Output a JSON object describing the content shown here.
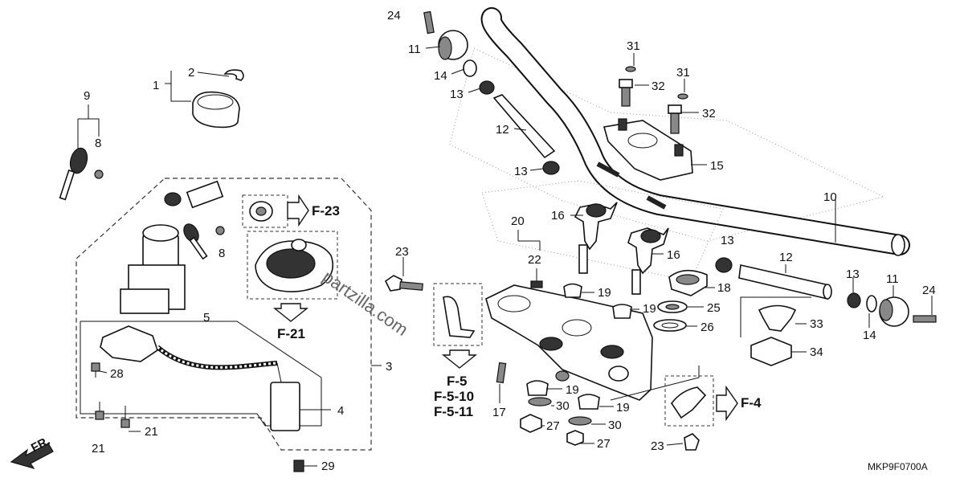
{
  "diagram_code": "MKP9F0700A",
  "watermark": "partzilla.com",
  "direction_label": "FR.",
  "callouts": {
    "c1": "1",
    "c2": "2",
    "c3": "3",
    "c4": "4",
    "c5": "5",
    "c8a": "8",
    "c8b": "8",
    "c9": "9",
    "c10": "10",
    "c11a": "11",
    "c11b": "11",
    "c12a": "12",
    "c12b": "12",
    "c13a": "13",
    "c13b": "13",
    "c13c": "13",
    "c13d": "13",
    "c14a": "14",
    "c14b": "14",
    "c15": "15",
    "c16a": "16",
    "c16b": "16",
    "c17": "17",
    "c18": "18",
    "c19a": "19",
    "c19b": "19",
    "c19c": "19",
    "c19d": "19",
    "c20": "20",
    "c21a": "21",
    "c21b": "21",
    "c22": "22",
    "c23a": "23",
    "c23b": "23",
    "c24a": "24",
    "c24b": "24",
    "c25": "25",
    "c26": "26",
    "c27a": "27",
    "c27b": "27",
    "c28": "28",
    "c29": "29",
    "c30a": "30",
    "c30b": "30",
    "c31a": "31",
    "c31b": "31",
    "c32a": "32",
    "c32b": "32",
    "c33": "33",
    "c34": "34"
  },
  "references": {
    "f23": "F-23",
    "f21": "F-21",
    "f5": "F-5",
    "f510": "F-5-10",
    "f511": "F-5-11",
    "f4": "F-4"
  }
}
